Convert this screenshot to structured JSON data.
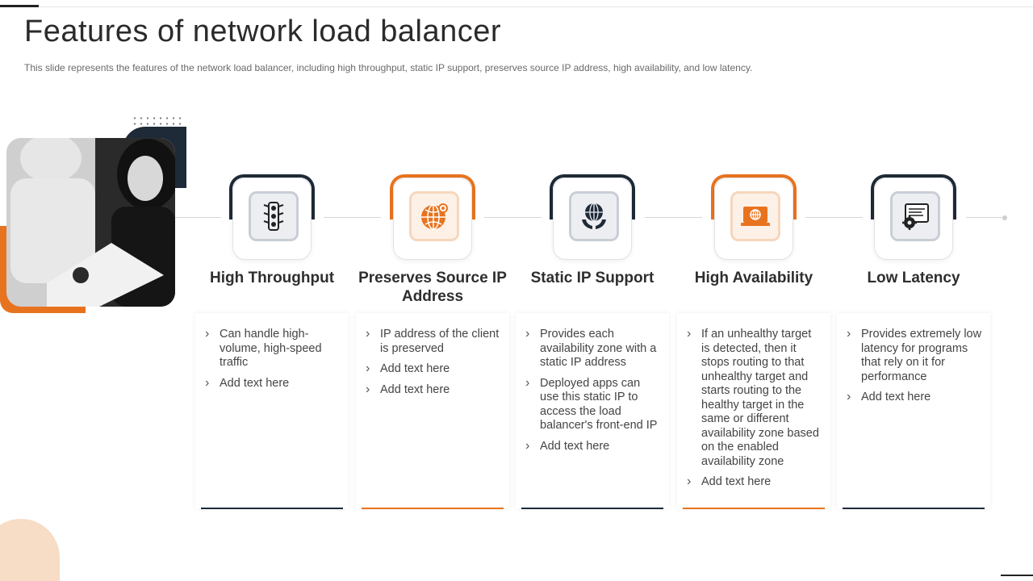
{
  "slide": {
    "title": "Features of network load balancer",
    "subtitle": "This slide represents the features of the network load balancer, including high throughput, static IP support, preserves source IP address, high availability, and low latency."
  },
  "colors": {
    "accent": "#e8731f",
    "navy": "#1f2a38",
    "text": "#333333"
  },
  "features": [
    {
      "title": "High Throughput",
      "icon": "traffic-light-icon",
      "accent": "navy",
      "items": [
        "Can handle high-volume, high-speed traffic",
        "Add text here"
      ]
    },
    {
      "title": "Preserves Source IP Address",
      "icon": "globe-pin-icon",
      "accent": "orange",
      "items": [
        "IP address of the client is preserved",
        "Add text here",
        "Add text here"
      ]
    },
    {
      "title": "Static IP Support",
      "icon": "globe-hands-icon",
      "accent": "navy",
      "items": [
        "Provides each availability  zone with a static IP address",
        "Deployed apps can use this static IP to access the load balancer's front-end IP",
        "Add text here"
      ]
    },
    {
      "title": "High Availability",
      "icon": "laptop-globe-icon",
      "accent": "orange",
      "items": [
        "If an unhealthy target is detected, then it stops routing to that unhealthy target and starts routing to the healthy target in the same or different availability  zone based on the enabled availability  zone",
        "Add text here"
      ]
    },
    {
      "title": "Low Latency",
      "icon": "monitor-gear-icon",
      "accent": "navy",
      "items": [
        "Provides extremely low latency for programs that rely on it for performance",
        "Add text here"
      ]
    }
  ]
}
